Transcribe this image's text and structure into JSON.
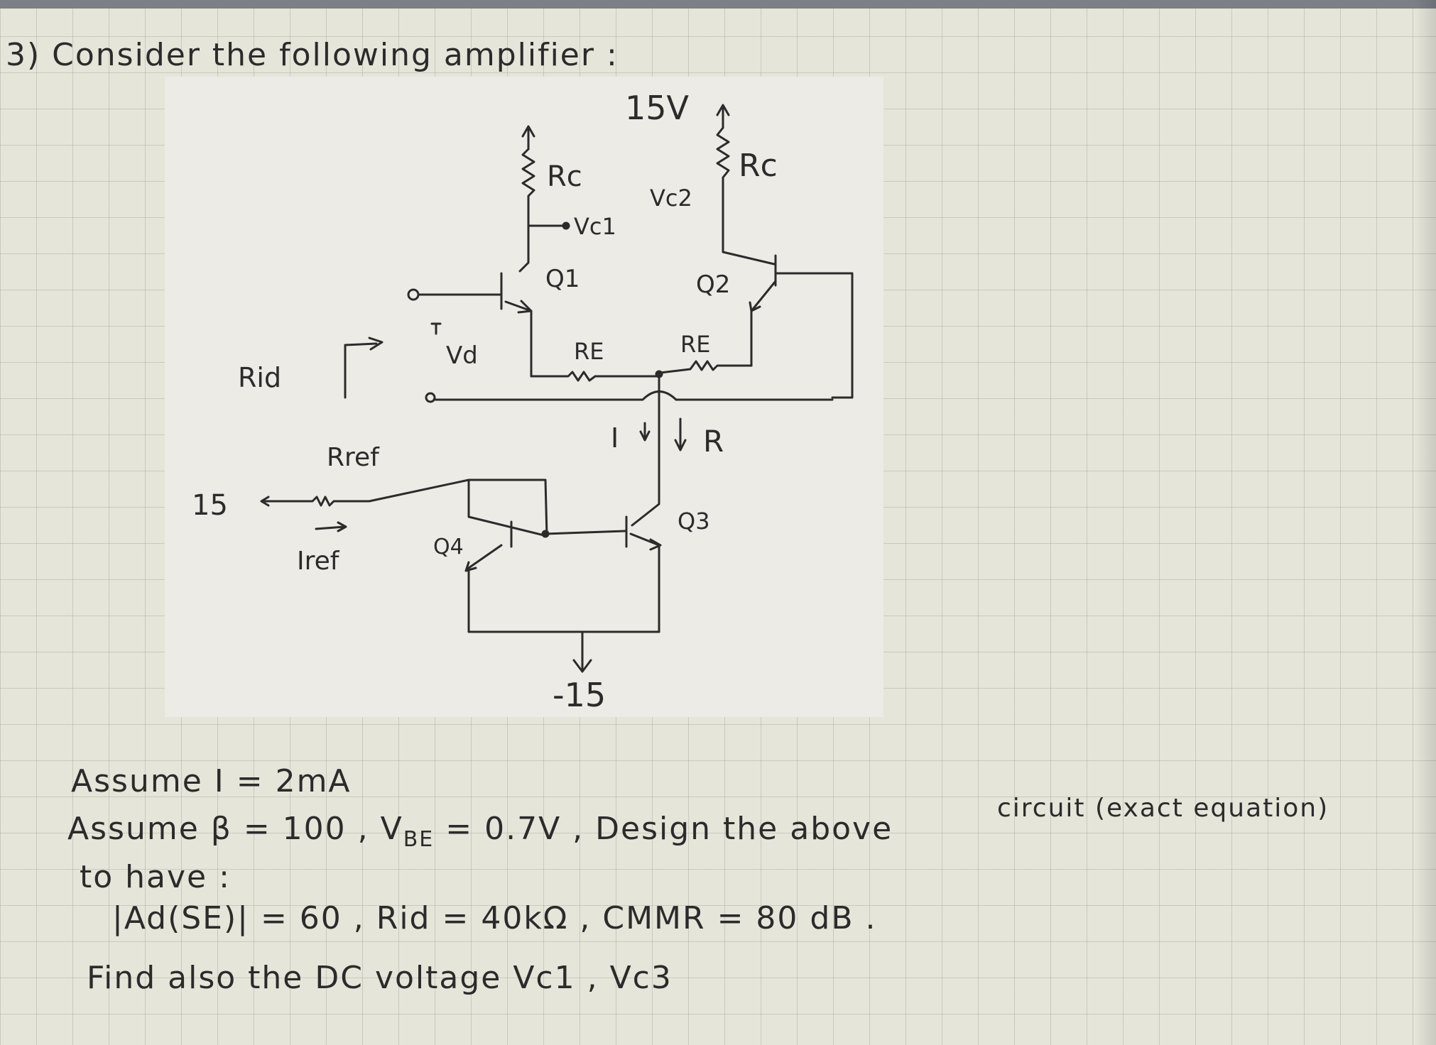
{
  "problem": {
    "title": "3) Consider   the   following   amplifier :",
    "assume_line1": "Assume   I = 2mA",
    "assume_line2a": "Assume  β = 100 , V",
    "assume_line2_sub": "BE",
    "assume_line2b": " = 0.7V   , Design   the   above",
    "assume_line2c": "circuit   (exact equation)",
    "to_have": "to   have :",
    "spec_line": "|Ad(SE)| = 60 , Rid = 40kΩ , CMMR = 80 dB .",
    "find_line": "Find   also   the   DC voltage   Vc1 , Vc3"
  },
  "circuit_labels": {
    "vcc": "15V",
    "rc1": "Rc",
    "rc2": "Rc",
    "vc1": "Vc1",
    "vc2": "Vc2",
    "q1": "Q1",
    "q2": "Q2",
    "re1": "RE",
    "re2": "RE",
    "vd": "Vd",
    "rid": "Rid",
    "i_label": "I",
    "r_label": "R",
    "rref": "Rref",
    "vplus": "15",
    "iref": "Iref",
    "q4": "Q4",
    "q3": "Q3",
    "vminus": "-15"
  }
}
